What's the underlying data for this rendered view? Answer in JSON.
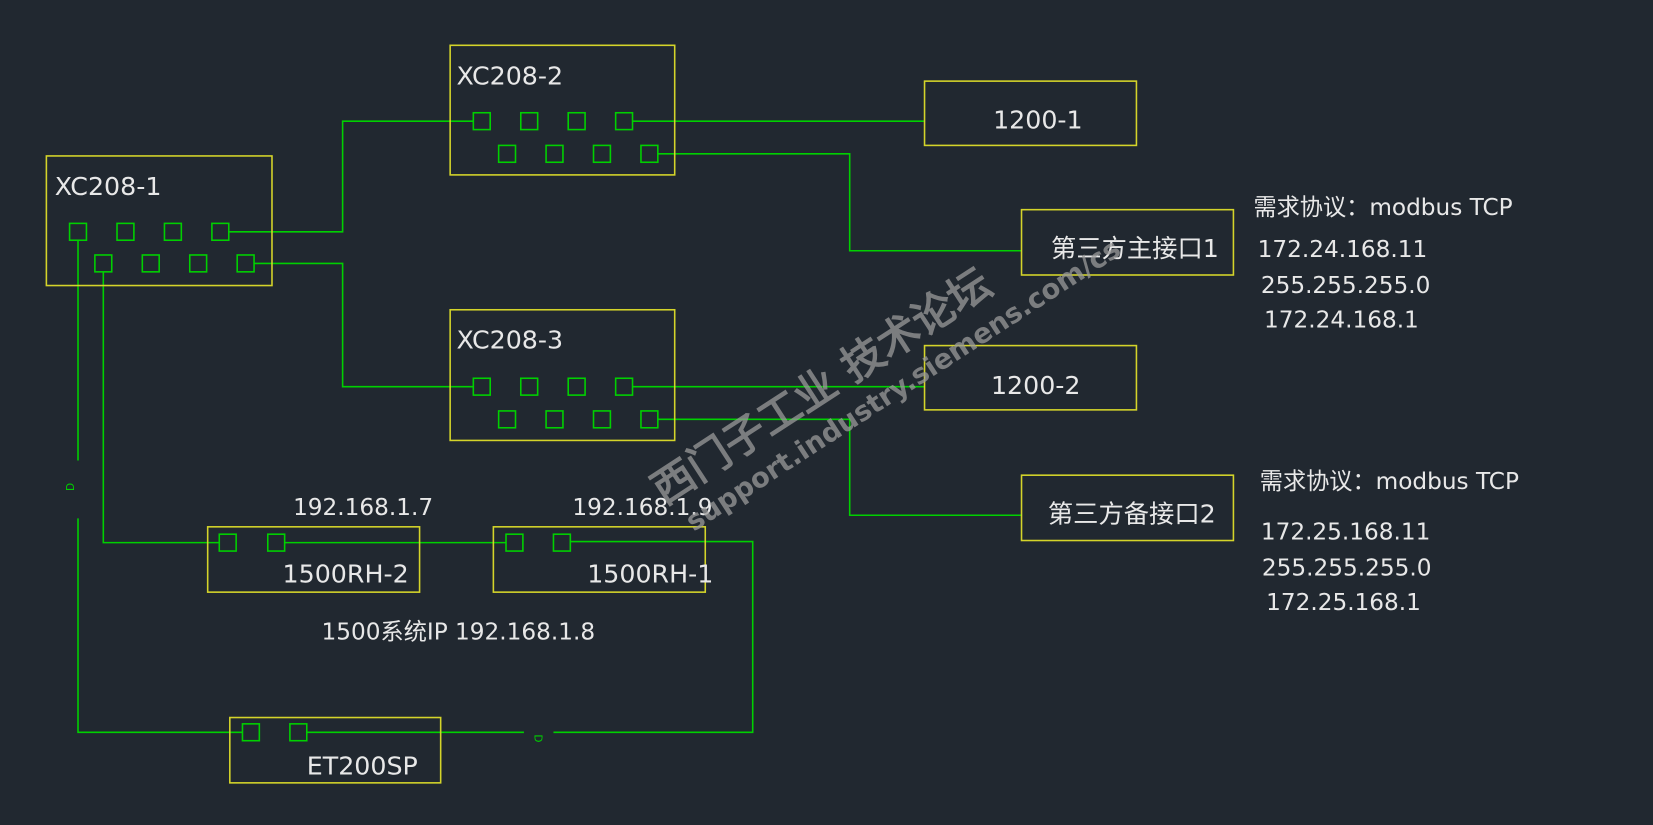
{
  "devices": {
    "xc208_1": "XC208-1",
    "xc208_2": "XC208-2",
    "xc208_3": "XC208-3",
    "plc_1200_1": "1200-1",
    "plc_1200_2": "1200-2",
    "third_main": "第三方主接口1",
    "third_backup": "第三方备接口2",
    "rh2": "1500RH-2",
    "rh1": "1500RH-1",
    "et200sp": "ET200SP"
  },
  "labels": {
    "rh2_ip": "192.168.1.7",
    "rh1_ip": "192.168.1.9",
    "system_ip": "1500系统IP 192.168.1.8",
    "line_marker": "D"
  },
  "main_interface": {
    "protocol": "需求协议：modbus TCP",
    "ip": "172.24.168.11",
    "mask": "255.255.255.0",
    "gateway": "172.24.168.1"
  },
  "backup_interface": {
    "protocol": "需求协议：modbus TCP",
    "ip": "172.25.168.11",
    "mask": "255.255.255.0",
    "gateway": "172.25.168.1"
  },
  "watermark": {
    "line1": "西门子工业  技术论坛",
    "line2": "support.industry.siemens.com/cs"
  },
  "colors": {
    "background": "#212830",
    "box": "#d4d42a",
    "wire": "#00d000",
    "text": "#e8e8e8"
  }
}
